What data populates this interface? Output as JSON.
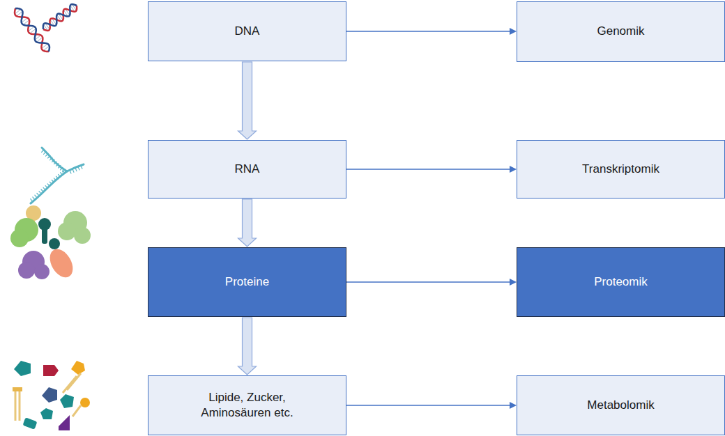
{
  "diagram": {
    "nodes": [
      {
        "text": [
          "DNA"
        ]
      },
      {
        "text": [
          "Genomik"
        ]
      },
      {
        "text": [
          "RNA"
        ]
      },
      {
        "text": [
          "Transkriptomik"
        ]
      },
      {
        "text": [
          "Proteine"
        ]
      },
      {
        "text": [
          "Proteomik"
        ]
      },
      {
        "text": [
          "Lipide, Zucker, Aminosäuren etc."
        ]
      },
      {
        "text": [
          "Metabolomik"
        ]
      }
    ],
    "edges": [
      {
        "from": 0,
        "to": 1,
        "arrow": "to"
      },
      {
        "from": 0,
        "to": 2,
        "arrow": "to"
      },
      {
        "from": 2,
        "to": 3,
        "arrow": "to"
      },
      {
        "from": 2,
        "to": 4,
        "arrow": "to"
      },
      {
        "from": 4,
        "to": 5,
        "arrow": "to"
      },
      {
        "from": 4,
        "to": 6,
        "arrow": "to"
      },
      {
        "from": 6,
        "to": 7,
        "arrow": "to"
      }
    ]
  }
}
